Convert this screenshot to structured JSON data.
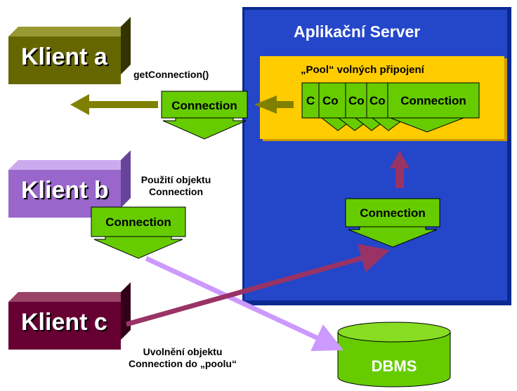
{
  "server": {
    "title": "Aplikační Server"
  },
  "pool": {
    "title": "„Pool“ volných připojení",
    "items": [
      "C",
      "Co",
      "Co",
      "Co",
      "Connection"
    ]
  },
  "clients": {
    "a": "Klient a",
    "b": "Klient b",
    "c": "Klient c"
  },
  "notes": {
    "get_connection": "getConnection()",
    "use_object": [
      "Použití objektu",
      "Connection"
    ],
    "release_object": [
      "Uvolnění objektu",
      "Connection do „poolu“"
    ]
  },
  "connection_label": "Connection",
  "dbms_label": "DBMS",
  "colors": {
    "server_blue": "#2446c8",
    "pool_yellow": "#ffcc00",
    "conn_green": "#66cc00",
    "client_a": "#666600",
    "client_b": "#9966cc",
    "client_c": "#660033",
    "arrow_olive": "#808000",
    "arrow_maroon": "#993366",
    "arrow_lilac": "#cc99ff"
  }
}
